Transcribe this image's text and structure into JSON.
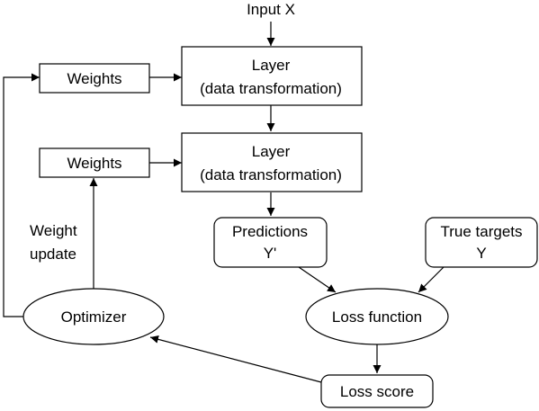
{
  "input": {
    "label": "Input X"
  },
  "weights_top": {
    "label": "Weights"
  },
  "weights_bottom": {
    "label": "Weights"
  },
  "layer_1": {
    "line1": "Layer",
    "line2": "(data transformation)"
  },
  "layer_2": {
    "line1": "Layer",
    "line2": "(data transformation)"
  },
  "predictions": {
    "line1": "Predictions",
    "line2": "Y'"
  },
  "true_targets": {
    "line1": "True targets",
    "line2": "Y"
  },
  "optimizer": {
    "label": "Optimizer"
  },
  "loss_function": {
    "label": "Loss function"
  },
  "loss_score": {
    "label": "Loss score"
  },
  "weight_update": {
    "line1": "Weight",
    "line2": "update"
  }
}
